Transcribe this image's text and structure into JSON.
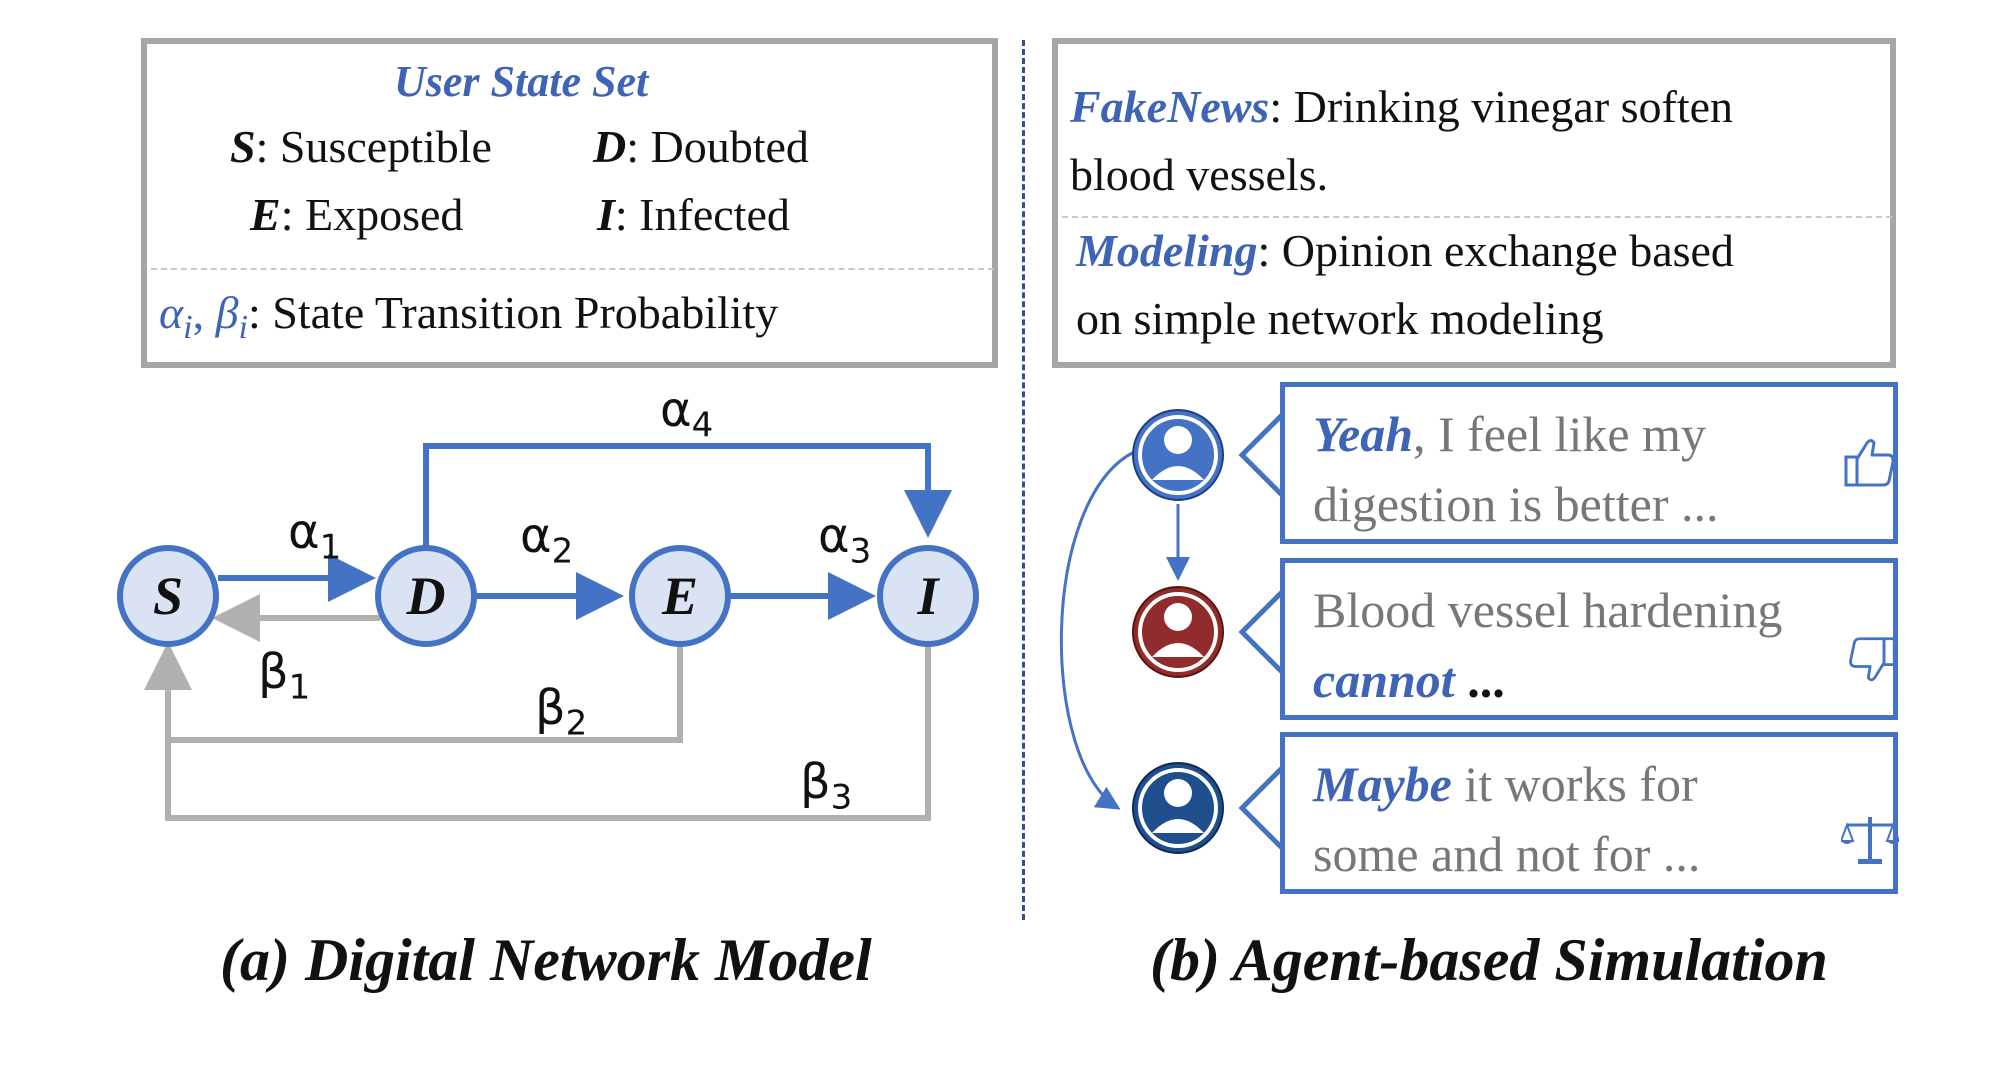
{
  "legend": {
    "title": "User State Set",
    "items": [
      {
        "symbol": "S",
        "label": ": Susceptible"
      },
      {
        "symbol": "D",
        "label": ": Doubted"
      },
      {
        "symbol": "E",
        "label": ": Exposed"
      },
      {
        "symbol": "I",
        "label": ": Infected"
      }
    ],
    "prob_symbols": "α",
    "prob_sub_i": "i",
    "prob_comma": ", ",
    "prob_beta": "β",
    "prob_label": ": State Transition Probability"
  },
  "network": {
    "nodes": [
      "S",
      "D",
      "E",
      "I"
    ],
    "edges": {
      "a1": {
        "sym": "α",
        "sub": "1"
      },
      "a2": {
        "sym": "α",
        "sub": "2"
      },
      "a3": {
        "sym": "α",
        "sub": "3"
      },
      "a4": {
        "sym": "α",
        "sub": "4"
      },
      "b1": {
        "sym": "β",
        "sub": "1"
      },
      "b2": {
        "sym": "β",
        "sub": "2"
      },
      "b3": {
        "sym": "β",
        "sub": "3"
      }
    },
    "colors": {
      "node_fill": "#dae3f3",
      "node_stroke": "#4472c4",
      "forward": "#4472c4",
      "backward": "#b0b0b0"
    }
  },
  "info": {
    "fake_key": "FakeNews",
    "fake_line1": ": Drinking vinegar soften",
    "fake_line2": "blood vessels.",
    "model_key": "Modeling",
    "model_line1": ": Opinion exchange based",
    "model_line2": "on simple network modeling"
  },
  "comments": [
    {
      "em": "Yeah",
      "rest1": ", I feel like my",
      "line2": "digestion is better ...",
      "icon": "thumbs-up-icon",
      "avatar_color": "#4472c4"
    },
    {
      "line1": "Blood vessel hardening",
      "em": "cannot",
      "rest2": " ...",
      "icon": "thumbs-down-icon",
      "avatar_color": "#922b2b"
    },
    {
      "em": "Maybe",
      "rest1": " it works for",
      "line2": "some and not for ...",
      "icon": "balance-scale-icon",
      "avatar_color": "#1f4e8c"
    }
  ],
  "captions": {
    "a": "(a)  Digital Network Model",
    "b": "(b)  Agent-based Simulation"
  }
}
